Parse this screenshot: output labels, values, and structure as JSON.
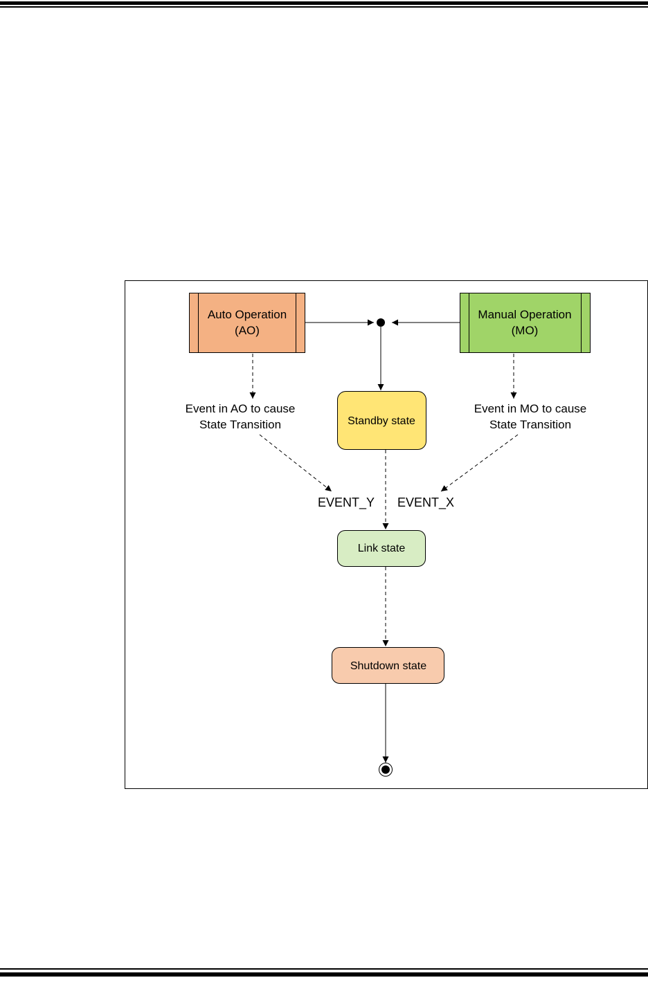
{
  "diagram": {
    "nodes": {
      "auto_operation": {
        "line1": "Auto Operation",
        "line2": "(AO)",
        "color": "#F4B183"
      },
      "manual_operation": {
        "line1": "Manual Operation",
        "line2": "(MO)",
        "color": "#A0D468"
      },
      "standby": {
        "label": "Standby state",
        "color": "#FFE575"
      },
      "link": {
        "label": "Link state",
        "color": "#D8EDC4"
      },
      "shutdown": {
        "label": "Shutdown state",
        "color": "#F8CBAD"
      }
    },
    "notes": {
      "ao_event": {
        "line1": "Event in AO to cause",
        "line2": "State Transition"
      },
      "mo_event": {
        "line1": "Event in MO to cause",
        "line2": "State Transition"
      }
    },
    "labels": {
      "event_y": "EVENT_Y",
      "event_x": "EVENT_X"
    }
  }
}
